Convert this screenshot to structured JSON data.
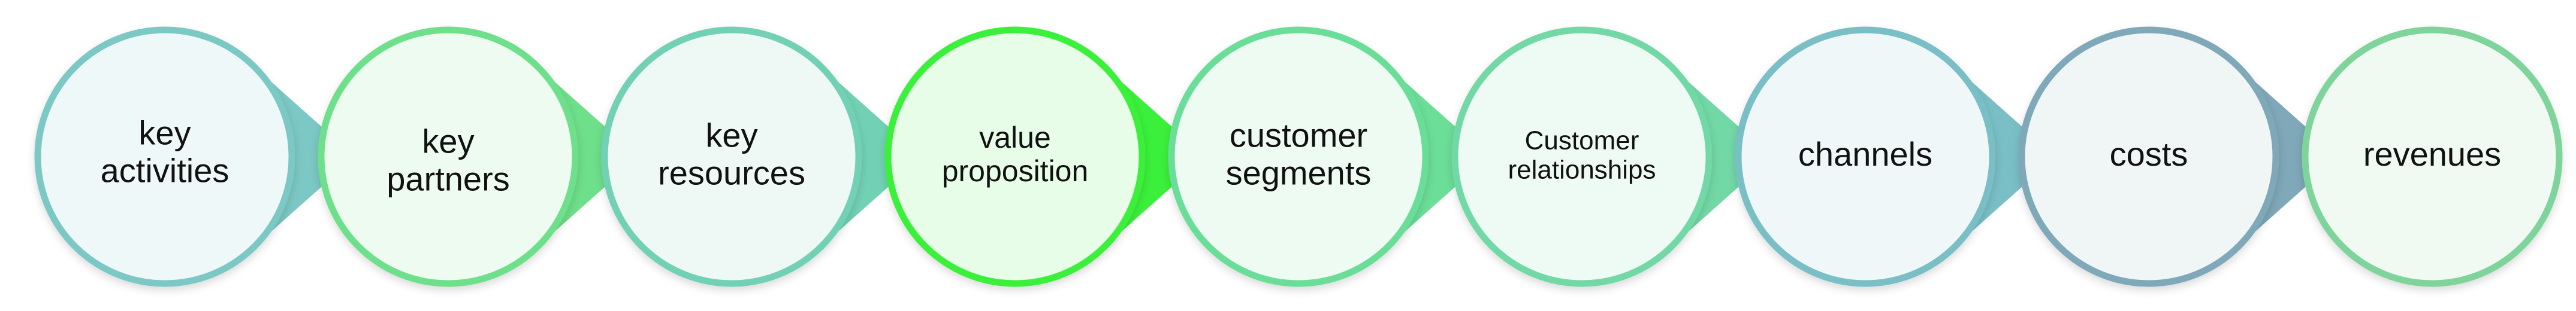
{
  "diagram": {
    "nodes": [
      {
        "lines": [
          "key",
          "activities"
        ],
        "color": "#7CC8C4"
      },
      {
        "lines": [
          "key",
          "partners"
        ],
        "color": "#6EDF8A"
      },
      {
        "lines": [
          "key",
          "resources"
        ],
        "color": "#72D1B4"
      },
      {
        "lines": [
          "value",
          "proposition"
        ],
        "color": "#3BF03B"
      },
      {
        "lines": [
          "customer",
          "segments"
        ],
        "color": "#6BDE98"
      },
      {
        "lines": [
          "Customer",
          "relationships"
        ],
        "color": "#72D8A6"
      },
      {
        "lines": [
          "channels"
        ],
        "color": "#7ABFC6"
      },
      {
        "lines": [
          "costs"
        ],
        "color": "#7FA8B8"
      },
      {
        "lines": [
          "revenues"
        ],
        "color": "#7ED49A"
      }
    ]
  }
}
